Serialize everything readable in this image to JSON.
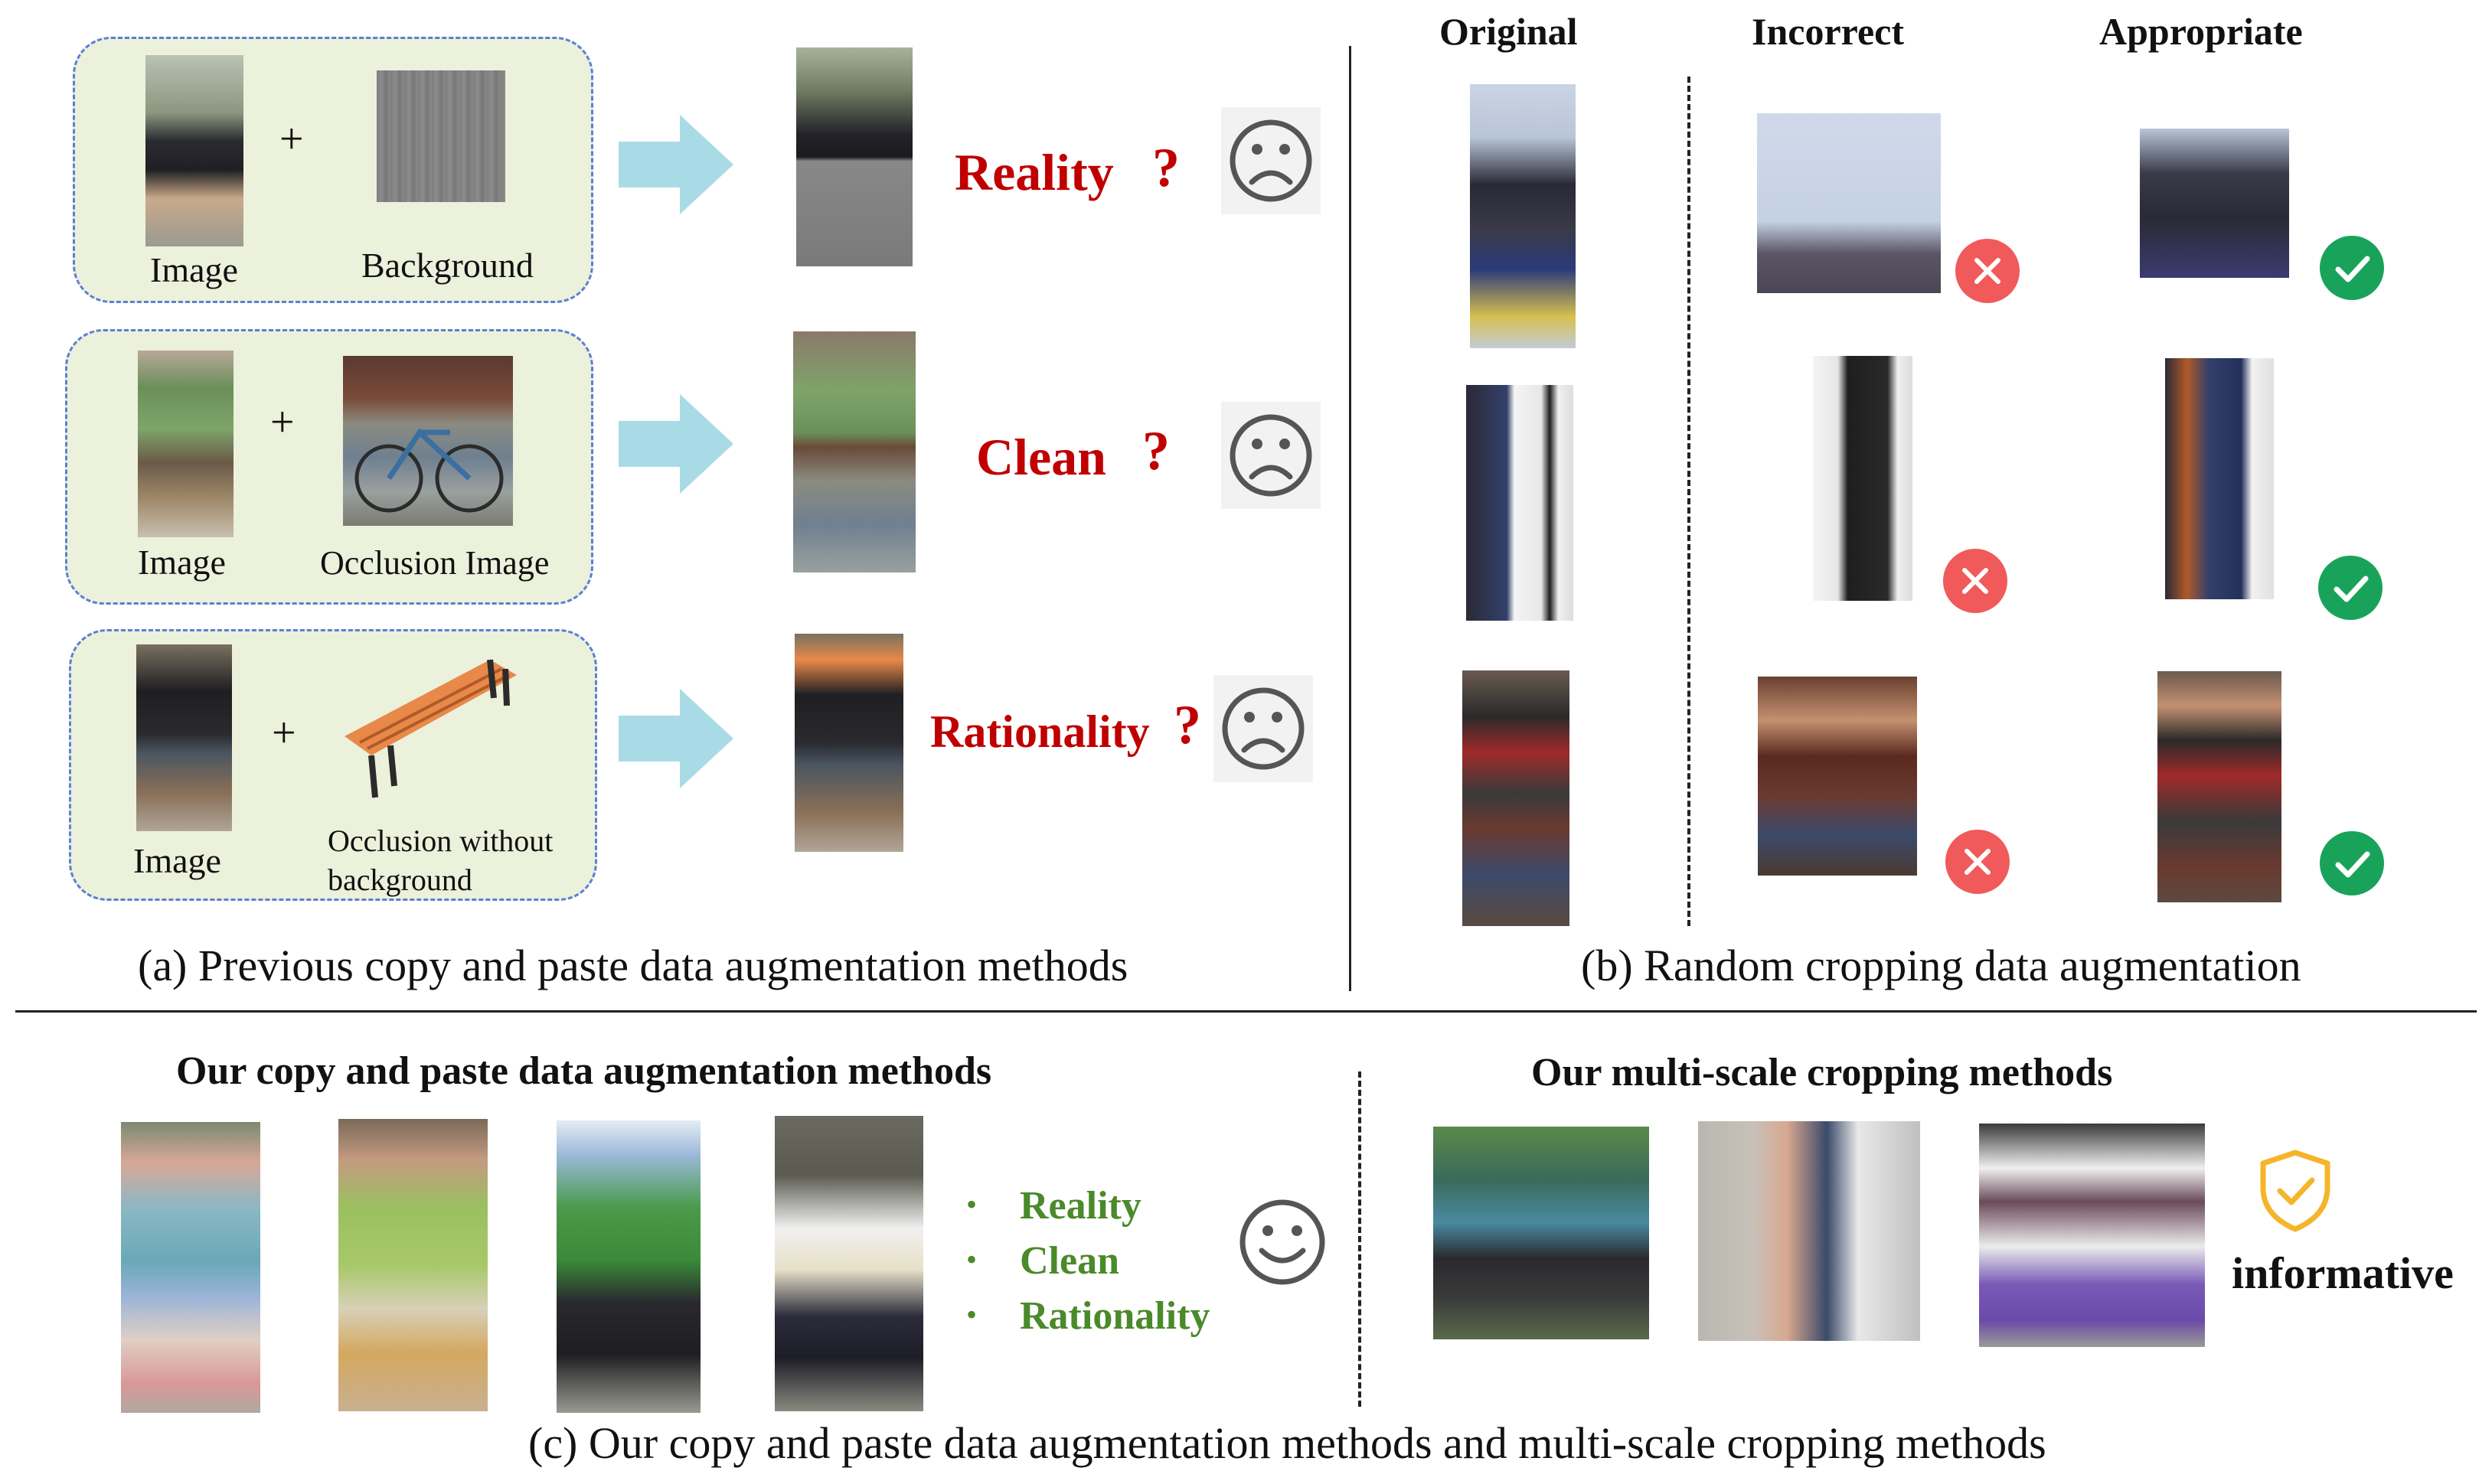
{
  "panel_a": {
    "rows": [
      {
        "left_label": "Image",
        "right_label": "Background",
        "plus": "+",
        "result_word": "Reality",
        "qmark": "?"
      },
      {
        "left_label": "Image",
        "right_label": "Occlusion Image",
        "plus": "+",
        "result_word": "Clean",
        "qmark": "?"
      },
      {
        "left_label": "Image",
        "right_label": "Occlusion without background",
        "right_label_line1": "Occlusion without",
        "right_label_line2": "background",
        "plus": "+",
        "result_word": "Rationality",
        "qmark": "?"
      }
    ],
    "caption": "(a) Previous  copy and paste data augmentation methods"
  },
  "panel_b": {
    "headers": {
      "original": "Original",
      "incorrect": "Incorrect",
      "appropriate": "Appropriate"
    },
    "caption": "(b) Random cropping data augmentation"
  },
  "panel_c": {
    "left_title": "Our copy and paste data augmentation methods",
    "bullets": [
      "Reality",
      "Clean",
      "Rationality"
    ],
    "right_title": "Our multi-scale cropping methods",
    "informative": "informative",
    "caption": "(c) Our copy and paste data augmentation methods  and multi-scale cropping methods"
  },
  "colors": {
    "combo_fill": "#ecf1dc",
    "combo_border": "#5b7fd6",
    "arrow": "#a9dbe6",
    "question_red": "#c00000",
    "wrong_badge": "#f05a5a",
    "right_badge": "#19a35a",
    "bullet_green": "#4a8a2a",
    "shield": "#f5b52a"
  }
}
